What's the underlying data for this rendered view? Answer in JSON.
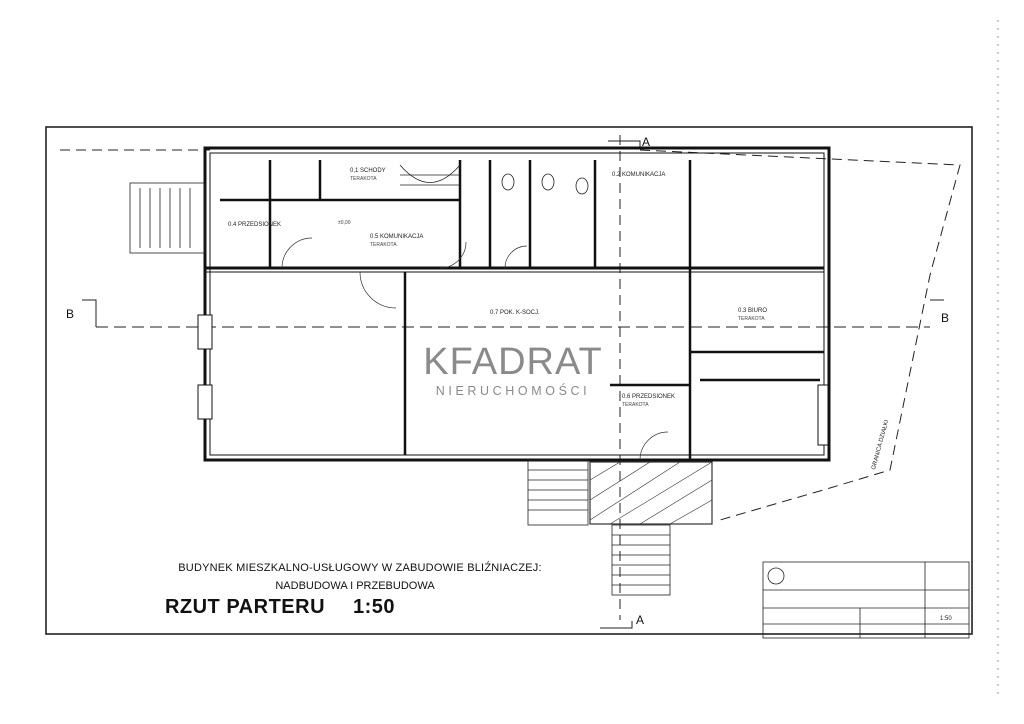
{
  "rooms": [
    {
      "code": "0.1",
      "text": "Schody",
      "label": "0,1 SCHODY"
    },
    {
      "code": "0.2",
      "text": "Komunikacja",
      "label": "0.2 KOMUNIKACJA"
    },
    {
      "code": "0.3",
      "text": "Biuro",
      "label": "0.3 BIURO"
    },
    {
      "code": "0.4",
      "text": "Przedsionek",
      "label": "0.4 PRZEDSIONEK"
    },
    {
      "code": "0.5",
      "text": "Komunikacja",
      "label": "0.5 KOMUNIKACJA"
    },
    {
      "code": "0.6",
      "text": "Przedsionek",
      "label": "0.6 PRZEDSIONEK"
    },
    {
      "code": "0.7",
      "text": "Pok. k-Socj.",
      "label": "0.7 POK. K-SOCJ."
    }
  ],
  "floor_finish": "TERAKOTA",
  "level_mark": "±0,00",
  "section_marks": {
    "a_top": "A",
    "a_bottom": "A",
    "b_left": "B",
    "b_right": "B"
  },
  "boundary_label": "GRANICA DZIAŁKI",
  "caption": {
    "line1": "BUDYNEK MIESZKALNO-USŁUGOWY W ZABUDOWIE BLIŹNIACZEJ:",
    "line2": "NADBUDOWA I PRZEBUDOWA",
    "title": "RZUT PARTERU",
    "scale": "1:50"
  },
  "title_block": {
    "scale": "1:50"
  },
  "watermark": {
    "brand": "KFADRAT",
    "sub": "NIERUCHOMOŚCI"
  }
}
